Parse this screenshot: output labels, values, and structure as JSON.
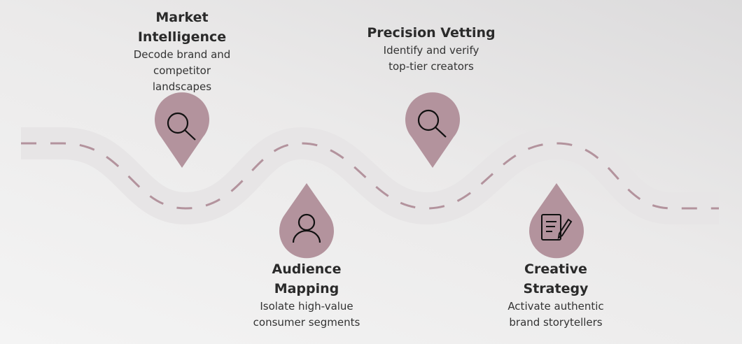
{
  "colors": {
    "pin": "#b3939d",
    "road": "#e7e5e6",
    "dash": "#b3939d"
  },
  "steps": [
    {
      "title": "Market Intelligence",
      "description": "Decode brand and competitor landscapes",
      "icon": "search-icon"
    },
    {
      "title": "Audience Mapping",
      "description": "Isolate high-value consumer segments",
      "icon": "user-icon"
    },
    {
      "title": "Precision Vetting",
      "description": "Identify and verify top-tier creators",
      "icon": "search-icon"
    },
    {
      "title": "Creative Strategy",
      "description": "Activate authentic brand storytellers",
      "icon": "document-pen-icon"
    }
  ]
}
